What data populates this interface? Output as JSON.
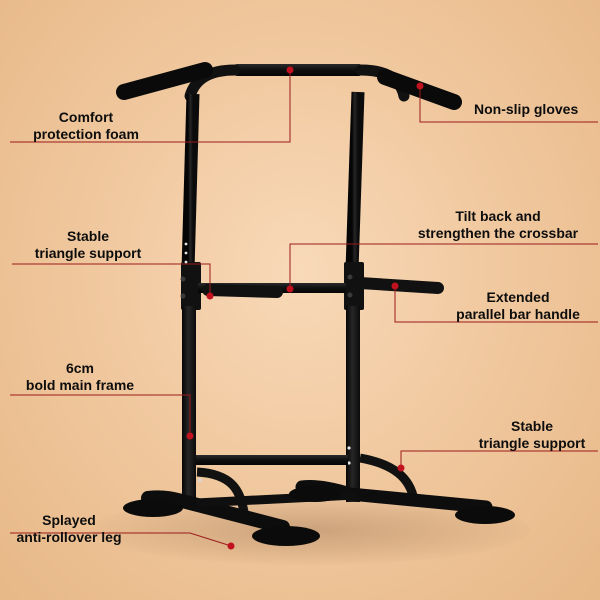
{
  "features": {
    "comfort_foam": {
      "line1": "Comfort",
      "line2": "protection foam"
    },
    "non_slip_gloves": {
      "line1": "Non-slip gloves"
    },
    "stable_triangle_top": {
      "line1": "Stable",
      "line2": "triangle support"
    },
    "tilt_back": {
      "line1": "Tilt back and",
      "line2": "strengthen the crossbar"
    },
    "extended_handle": {
      "line1": "Extended",
      "line2": "parallel bar handle"
    },
    "bold_frame": {
      "line1": "6cm",
      "line2": "bold main frame"
    },
    "stable_triangle_bottom": {
      "line1": "Stable",
      "line2": "triangle support"
    },
    "splayed_leg": {
      "line1": "Splayed",
      "line2": "anti-rollover leg"
    }
  },
  "colors": {
    "background": "#f1c9a0",
    "frame": "#121212",
    "callout_line": "#9b1b1b",
    "callout_dot": "#c1121f",
    "text": "#0d0d0d"
  }
}
